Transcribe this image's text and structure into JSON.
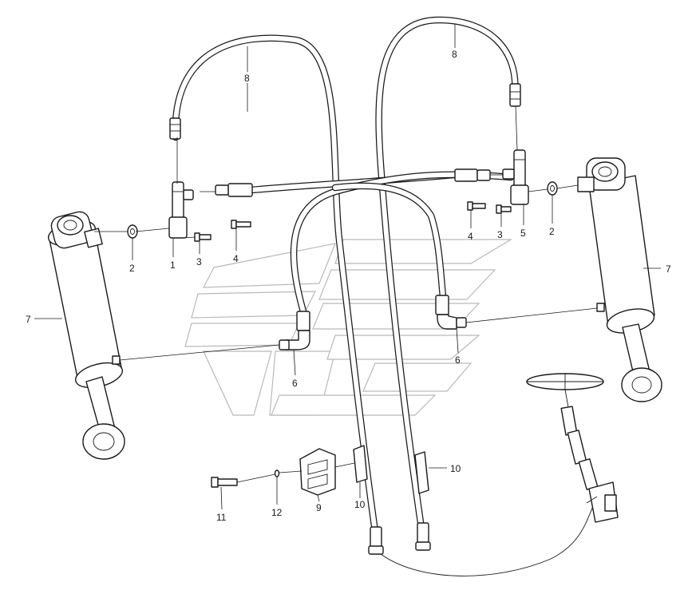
{
  "callouts": {
    "c1": "1",
    "c2_left": "2",
    "c2_right": "2",
    "c3_left": "3",
    "c3_right": "3",
    "c4_left": "4",
    "c4_right": "4",
    "c5": "5",
    "c6_left": "6",
    "c6_right": "6",
    "c7_left": "7",
    "c7_right": "7",
    "c8_left": "8",
    "c8_right": "8",
    "c9": "9",
    "c10_left": "10",
    "c10_right": "10",
    "c11": "11",
    "c12": "12"
  }
}
